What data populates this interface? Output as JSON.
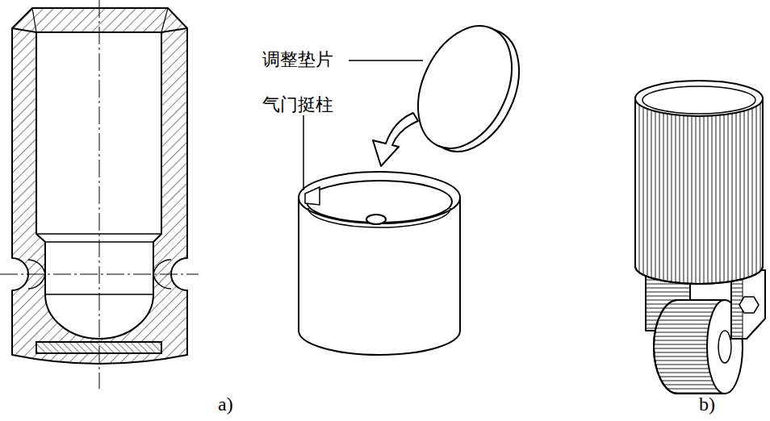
{
  "diagram": {
    "labels": [
      "调整垫片",
      "气门挺柱",
      "a)",
      "b)"
    ]
  }
}
